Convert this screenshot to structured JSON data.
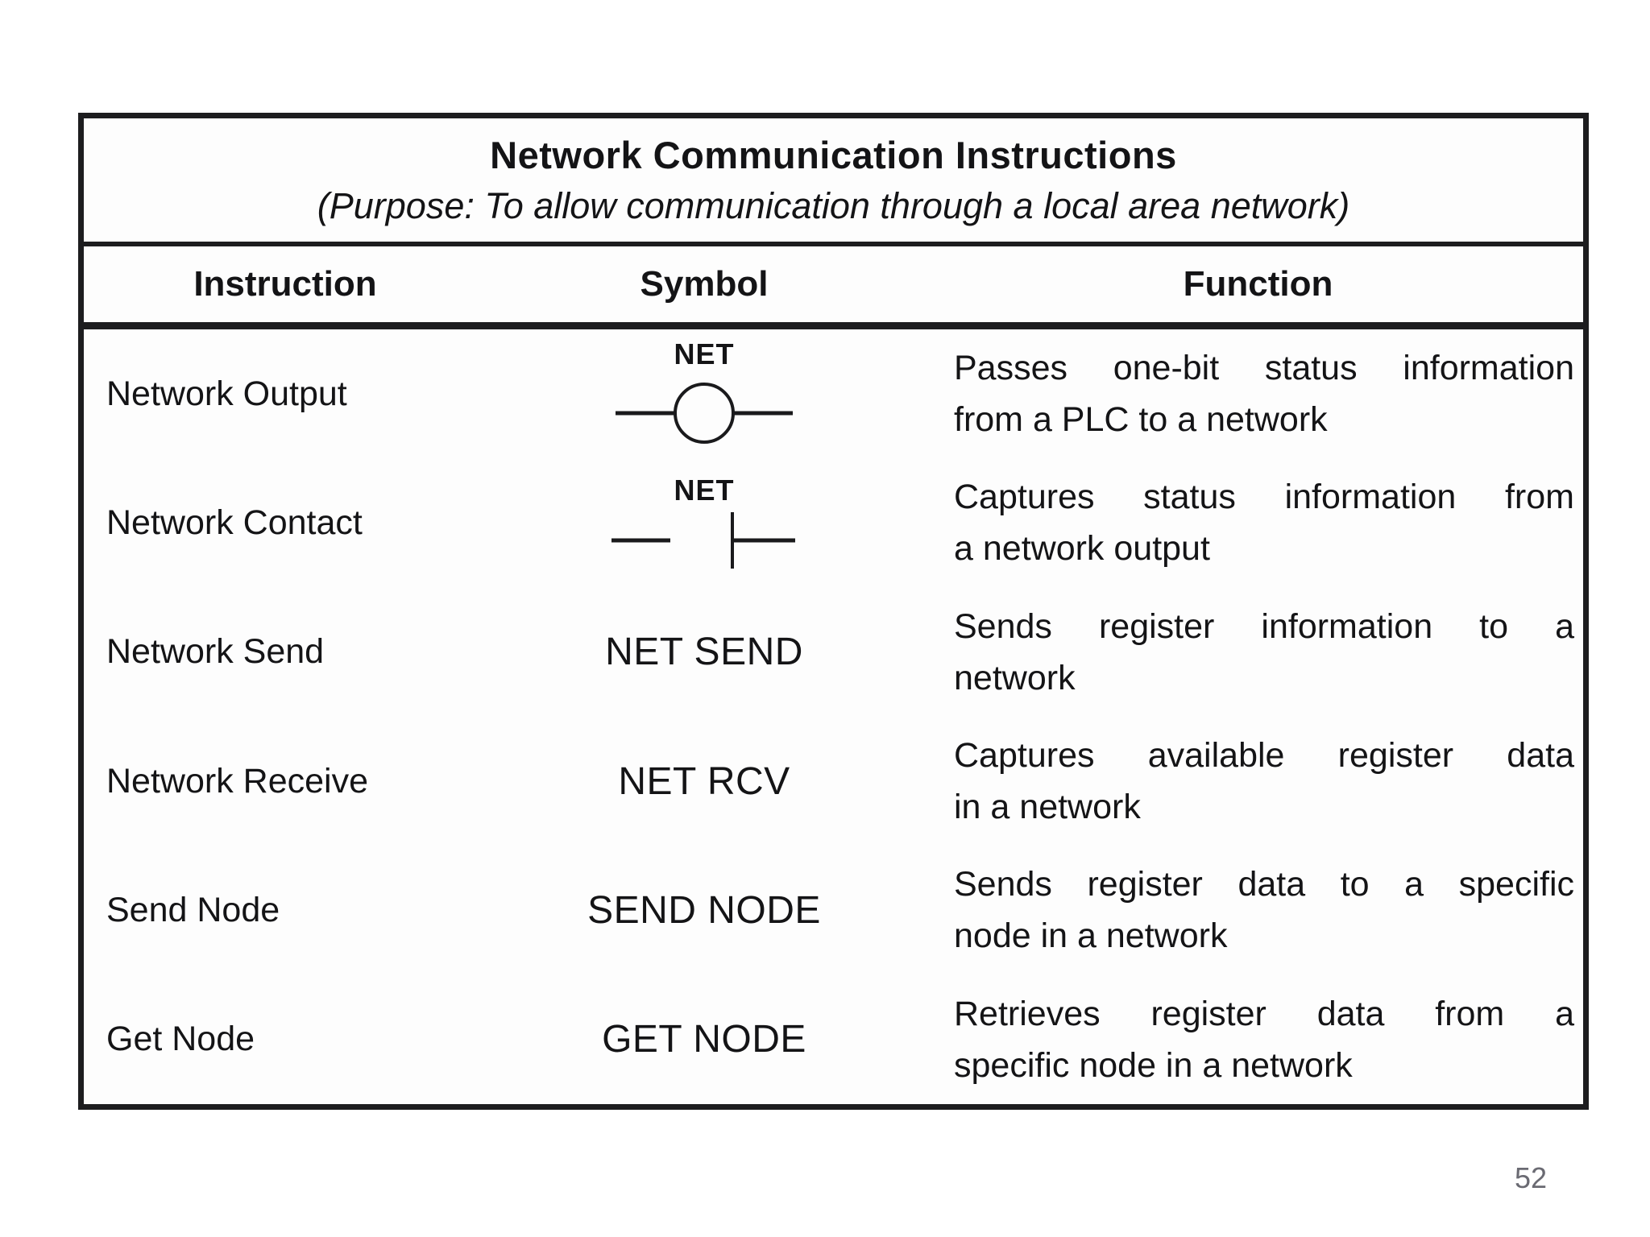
{
  "page": {
    "number": "52"
  },
  "table": {
    "title": "Network Communication Instructions",
    "subtitle": "(Purpose: To allow communication through a local area network)",
    "columns": [
      "Instruction",
      "Symbol",
      "Function"
    ],
    "rows": [
      {
        "instruction": "Network Output",
        "symbol_type": "coil",
        "symbol_label": "NET",
        "function_line1": "Passes one-bit status information",
        "function_line2": "from a PLC to a network"
      },
      {
        "instruction": "Network Contact",
        "symbol_type": "contact",
        "symbol_label": "NET",
        "function_line1": "Captures status information from",
        "function_line2": "a network output"
      },
      {
        "instruction": "Network Send",
        "symbol_type": "text",
        "symbol_text": "NET SEND",
        "function_line1": "Sends register information to a",
        "function_line2": "network"
      },
      {
        "instruction": "Network Receive",
        "symbol_type": "text",
        "symbol_text": "NET RCV",
        "function_line1": "Captures available register data",
        "function_line2": "in a network"
      },
      {
        "instruction": "Send Node",
        "symbol_type": "text",
        "symbol_text": "SEND NODE",
        "function_line1": "Sends register data to a specific",
        "function_line2": "node in a network"
      },
      {
        "instruction": "Get Node",
        "symbol_type": "text",
        "symbol_text": "GET NODE",
        "function_line1": "Retrieves register data from a",
        "function_line2": "specific node in a network"
      }
    ],
    "colors": {
      "border": "#1d1d1f",
      "text": "#141416",
      "page_number": "#6a6a72"
    }
  }
}
